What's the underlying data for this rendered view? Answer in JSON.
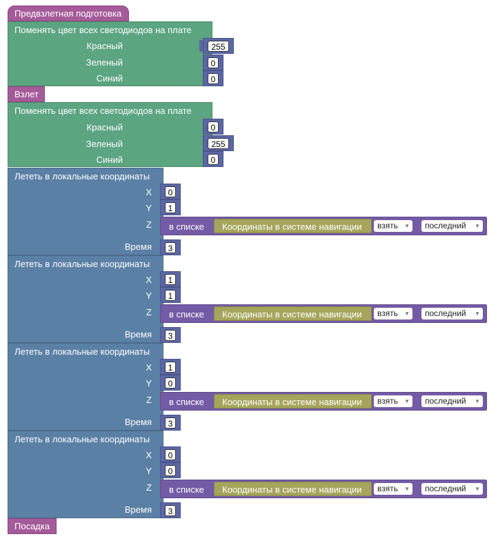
{
  "blocks": {
    "preflight": "Предвзлетная подготовка",
    "takeoff": "Взлет",
    "landing": "Посадка"
  },
  "led": {
    "title": "Поменять цвет всех светодиодов на плате",
    "red_label": "Красный",
    "green_label": "Зеленый",
    "blue_label": "Синий"
  },
  "led_blocks": [
    {
      "red": "255",
      "green": "0",
      "blue": "0"
    },
    {
      "red": "0",
      "green": "255",
      "blue": "0"
    }
  ],
  "fly": {
    "title": "Лететь в локальные координаты",
    "x_label": "X",
    "y_label": "Y",
    "z_label": "Z",
    "time_label": "Время",
    "list_label": "в списке",
    "nav_var": "Координаты в системе навигации",
    "op": "взять",
    "pos": "последний"
  },
  "fly_blocks": [
    {
      "x": "0",
      "y": "1",
      "time": "3"
    },
    {
      "x": "1",
      "y": "1",
      "time": "3"
    },
    {
      "x": "1",
      "y": "0",
      "time": "3"
    },
    {
      "x": "0",
      "y": "0",
      "time": "3"
    }
  ],
  "colors": {
    "event": "#a55b99",
    "led": "#5ba580",
    "fly": "#5b80a5",
    "list": "#745ba5",
    "variable": "#a5a55b",
    "number_socket": "#5b67a5"
  }
}
